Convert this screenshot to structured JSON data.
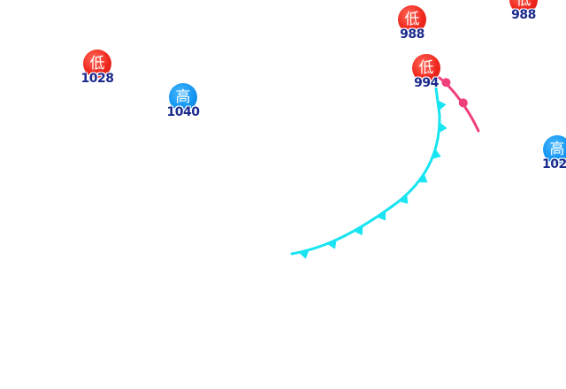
{
  "colors": {
    "low": "#f0281e",
    "high": "#1596f2",
    "pressure_text": "#1b2a8c",
    "cold_front": "#18e4f2",
    "warm_front": "#f0407a"
  },
  "centers": [
    {
      "id": "low-1028",
      "type": "low",
      "symbol": "低",
      "pressure": "1028"
    },
    {
      "id": "high-1040",
      "type": "high",
      "symbol": "高",
      "pressure": "1040"
    },
    {
      "id": "low-988-a",
      "type": "low",
      "symbol": "低",
      "pressure": "988"
    },
    {
      "id": "low-988-b",
      "type": "low",
      "symbol": "低",
      "pressure": "988"
    },
    {
      "id": "low-994",
      "type": "low",
      "symbol": "低",
      "pressure": "994"
    },
    {
      "id": "high-102x",
      "type": "high",
      "symbol": "高",
      "pressure": "102"
    }
  ],
  "fronts": [
    {
      "id": "cold-front",
      "type": "cold"
    },
    {
      "id": "warm-front",
      "type": "warm"
    }
  ]
}
